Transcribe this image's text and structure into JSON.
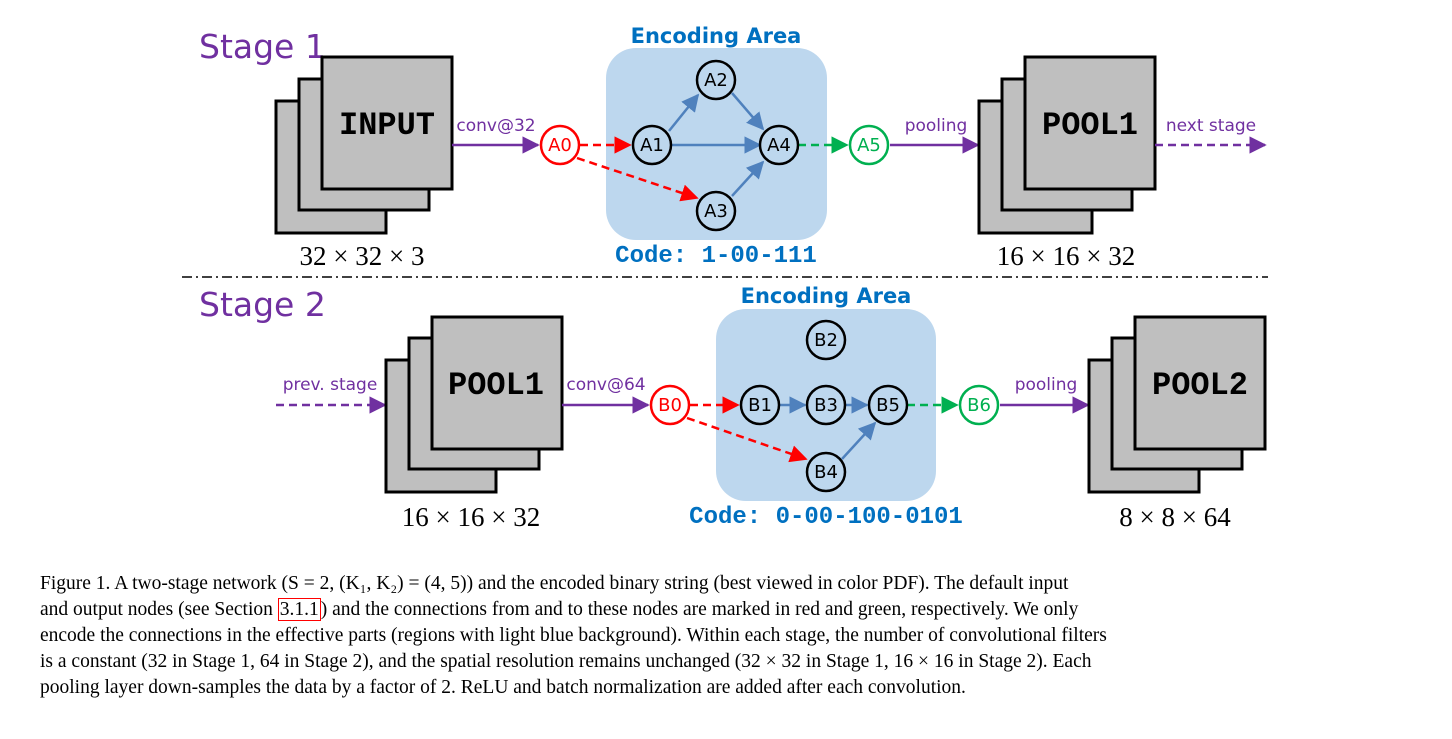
{
  "stage1": {
    "title": "Stage 1",
    "input_label": "INPUT",
    "input_dims": "32 × 32 × 3",
    "conv_label": "conv@32",
    "pool_label": "POOL1",
    "pool_dims": "16 × 16 × 32",
    "pooling_label": "pooling",
    "next_label": "next stage",
    "area_title": "Encoding Area",
    "code": "Code: 1-00-111",
    "nodes": {
      "A0": "A0",
      "A1": "A1",
      "A2": "A2",
      "A3": "A3",
      "A4": "A4",
      "A5": "A5"
    }
  },
  "stage2": {
    "title": "Stage 2",
    "prev_label": "prev. stage",
    "input_label": "POOL1",
    "input_dims": "16 × 16 × 32",
    "conv_label": "conv@64",
    "pool_label": "POOL2",
    "pool_dims": "8 × 8 × 64",
    "pooling_label": "pooling",
    "area_title": "Encoding Area",
    "code": "Code: 0-00-100-0101",
    "nodes": {
      "B0": "B0",
      "B1": "B1",
      "B2": "B2",
      "B3": "B3",
      "B4": "B4",
      "B5": "B5",
      "B6": "B6"
    }
  },
  "caption": {
    "line1": "Figure 1.  A two-stage network (S = 2, (K₁, K₂) = (4, 5)) and the encoded binary string (best viewed in color PDF). The default input",
    "line2_a": "and output nodes (see Section ",
    "section_ref": "3.1.1",
    "line2_b": ") and the connections from and to these nodes are marked in red and green, respectively.  We only",
    "line3": "encode the connections in the effective parts (regions with light blue background). Within each stage, the number of convolutional filters",
    "line4": "is a constant (32 in Stage 1, 64 in Stage 2), and the spatial resolution remains unchanged (32 × 32 in Stage 1, 16 × 16 in Stage 2). Each",
    "line5": "pooling layer down-samples the data by a factor of 2. ReLU and batch normalization are added after each convolution."
  },
  "colors": {
    "red": "#ff0000",
    "green": "#00b050",
    "blue_edge": "#4f81bd",
    "purple": "#7030a0",
    "area_fill": "#bdd7ee",
    "box_fill": "#bfbfbf",
    "code_blue": "#0070c0"
  }
}
